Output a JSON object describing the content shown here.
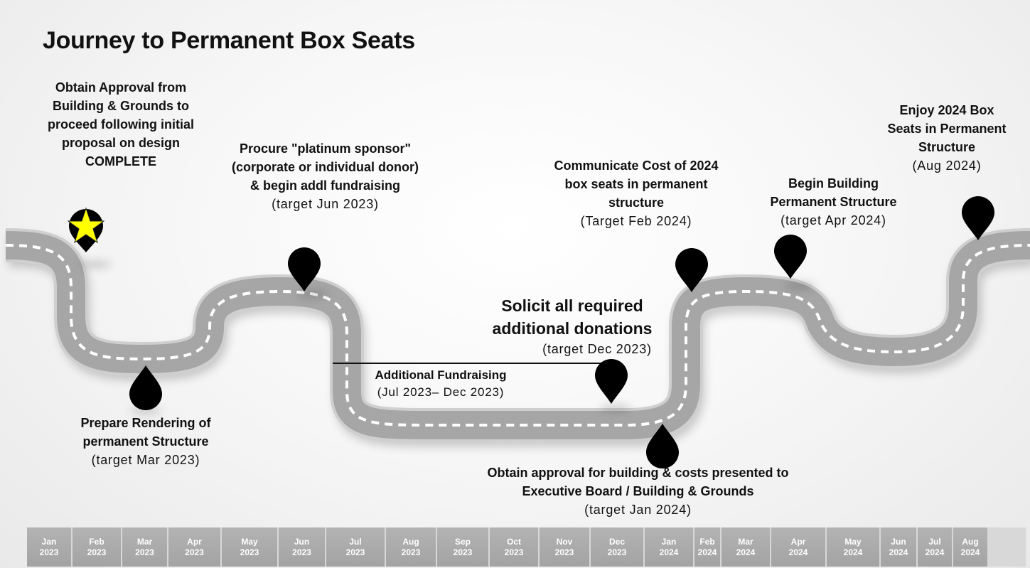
{
  "title": "Journey to Permanent Box Seats",
  "milestones": [
    {
      "title": "Obtain Approval from Building & Grounds to proceed following initial proposal on design COMPLETE",
      "date": ""
    },
    {
      "title": "Prepare Rendering of permanent Structure",
      "date": "(target Mar 2023)"
    },
    {
      "title": "Procure \"platinum sponsor\" (corporate or individual donor) & begin addl fundraising",
      "date": "(target Jun 2023)"
    },
    {
      "title": "Additional Fundraising",
      "date": "(Jul 2023– Dec 2023)"
    },
    {
      "title": "Solicit all required additional donations",
      "date": "(target Dec 2023)"
    },
    {
      "title": "Obtain approval for building & costs presented to Executive Board / Building & Grounds",
      "date": "(target Jan 2024)"
    },
    {
      "title": "Communicate Cost of 2024 box seats in permanent structure",
      "date": "(Target Feb 2024)"
    },
    {
      "title": "Begin Building Permanent Structure",
      "date": "(target Apr 2024)"
    },
    {
      "title": "Enjoy 2024 Box Seats in Permanent Structure",
      "date": "(Aug 2024)"
    }
  ],
  "timeline": [
    {
      "month": "Jan",
      "year": "2023"
    },
    {
      "month": "Feb",
      "year": "2023"
    },
    {
      "month": "Mar",
      "year": "2023"
    },
    {
      "month": "Apr",
      "year": "2023"
    },
    {
      "month": "May",
      "year": "2023"
    },
    {
      "month": "Jun",
      "year": "2023"
    },
    {
      "month": "Jul",
      "year": "2023"
    },
    {
      "month": "Aug",
      "year": "2023"
    },
    {
      "month": "Sep",
      "year": "2023"
    },
    {
      "month": "Oct",
      "year": "2023"
    },
    {
      "month": "Nov",
      "year": "2023"
    },
    {
      "month": "Dec",
      "year": "2023"
    },
    {
      "month": "Jan",
      "year": "2024"
    },
    {
      "month": "Feb",
      "year": "2024"
    },
    {
      "month": "Mar",
      "year": "2024"
    },
    {
      "month": "Apr",
      "year": "2024"
    },
    {
      "month": "May",
      "year": "2024"
    },
    {
      "month": "Jun",
      "year": "2024"
    },
    {
      "month": "Jul",
      "year": "2024"
    },
    {
      "month": "Aug",
      "year": "2024"
    }
  ],
  "colors": {
    "road": "#a6a6a6",
    "road_edge": "#d4d4d4",
    "lane_marking": "#ffffff",
    "marker": "#000000",
    "star": "#ffff00",
    "timeline_cell": "#a6a6a6"
  },
  "icons": {
    "completed_marker": "star-icon",
    "milestone_marker": "map-pin-icon"
  }
}
